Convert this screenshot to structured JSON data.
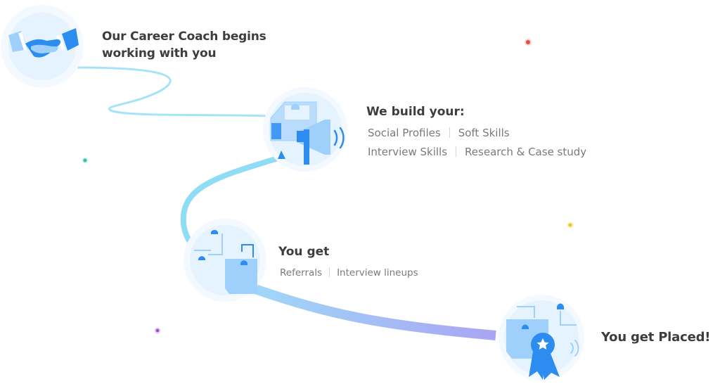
{
  "steps": [
    {
      "title": "Our Career Coach begins working with you",
      "icon": "handshake-icon"
    },
    {
      "title": "We build your:",
      "icon": "megaphone-icon",
      "items": [
        "Social Profiles",
        "Soft Skills",
        "Interview Skills",
        "Research & Case study"
      ]
    },
    {
      "title": "You get",
      "icon": "network-icon",
      "items": [
        "Referrals",
        "Interview lineups"
      ]
    },
    {
      "title": "You get Placed!",
      "icon": "award-ribbon-icon"
    }
  ],
  "colors": {
    "accent": "#2d8cf0",
    "light_blue": "#9fd0fb",
    "circle_fill": "#e4f3fe",
    "path_cyan": "#8fdcf6",
    "path_violet": "#a8a6f5",
    "dot_blue": "#2d8cf0",
    "dot_red": "#e0504b",
    "dot_teal": "#3dbba3",
    "dot_yellow": "#f5c518",
    "dot_purple": "#a052d6"
  }
}
